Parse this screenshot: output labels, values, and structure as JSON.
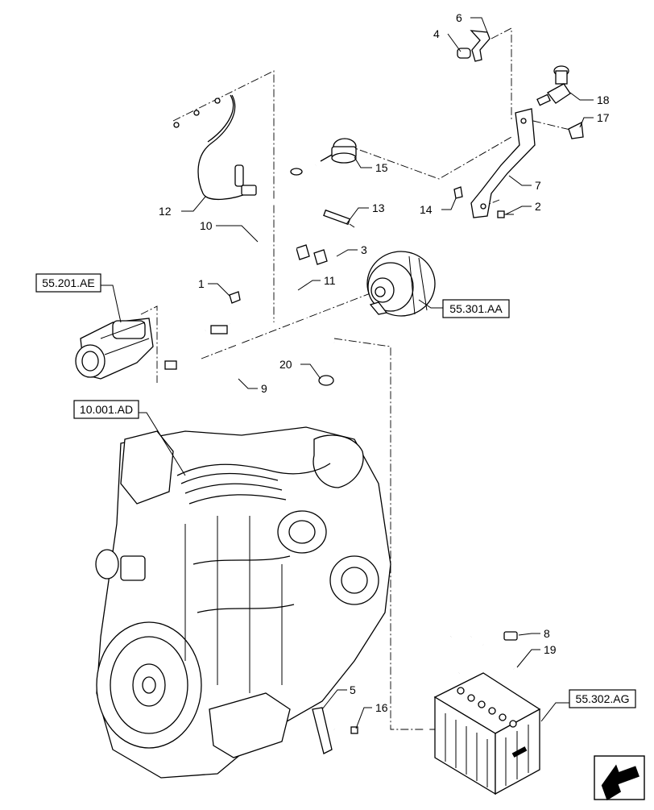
{
  "callouts": [
    {
      "id": "c1",
      "text": "1"
    },
    {
      "id": "c2",
      "text": "2"
    },
    {
      "id": "c3",
      "text": "3"
    },
    {
      "id": "c4",
      "text": "4"
    },
    {
      "id": "c5",
      "text": "5"
    },
    {
      "id": "c6",
      "text": "6"
    },
    {
      "id": "c7",
      "text": "7"
    },
    {
      "id": "c8",
      "text": "8"
    },
    {
      "id": "c9",
      "text": "9"
    },
    {
      "id": "c10",
      "text": "10"
    },
    {
      "id": "c11",
      "text": "11"
    },
    {
      "id": "c12",
      "text": "12"
    },
    {
      "id": "c13",
      "text": "13"
    },
    {
      "id": "c14",
      "text": "14"
    },
    {
      "id": "c15",
      "text": "15"
    },
    {
      "id": "c16",
      "text": "16"
    },
    {
      "id": "c17",
      "text": "17"
    },
    {
      "id": "c18",
      "text": "18"
    },
    {
      "id": "c19",
      "text": "19"
    },
    {
      "id": "c20",
      "text": "20"
    }
  ],
  "references": [
    {
      "id": "r1",
      "text": "55.201.AE"
    },
    {
      "id": "r2",
      "text": "55.301.AA"
    },
    {
      "id": "r3",
      "text": "10.001.AD"
    },
    {
      "id": "r4",
      "text": "55.302.AG"
    }
  ],
  "icons": {
    "nav": "next-page-arrow-icon"
  }
}
